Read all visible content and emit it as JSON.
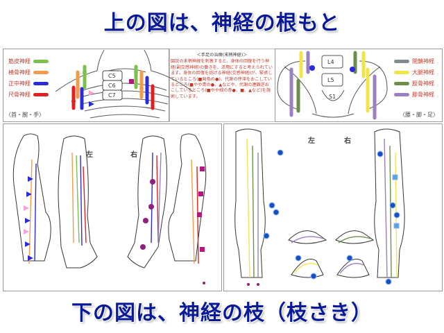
{
  "titles": {
    "top": "上の図は、神経の根もと",
    "bottom": "下の図は、神経の枝（枝さき）"
  },
  "left_legend": [
    {
      "label": "筋皮神経",
      "color": "#7dc04b"
    },
    {
      "label": "橈骨神経",
      "color": "#f29b4b"
    },
    {
      "label": "正中神経",
      "color": "#2b2bd9"
    },
    {
      "label": "尺骨神経",
      "color": "#e02020"
    }
  ],
  "right_legend": [
    {
      "label": "閉鎖神経",
      "color": "#7f8c8d"
    },
    {
      "label": "大腿神経",
      "color": "#f1e44a"
    },
    {
      "label": "脛骨神経",
      "color": "#6a8f4b"
    },
    {
      "label": "腓骨神経",
      "color": "#9b7fc0"
    }
  ],
  "captions": {
    "upper_left": "〈首・腕・手〉",
    "upper_right": "〈腰・脚・足〉"
  },
  "spine_labels": {
    "c5": "C5",
    "c6": "C6",
    "c7": "C7",
    "l4": "L4",
    "l5": "L5",
    "s1": "S1"
  },
  "center_text": {
    "heading": "＜手足の治療(末梢神経)＞",
    "body": "図説の末梢神経を刺激すると、身体の回復を行う神経(副交感神経)の働きを、活用にすると考えられています。身体の回復を妨げる神経(交感神経)が、緊張しているところ(■発色の●)、代謝の停滞をおこしているところ(■やや青の●、▲などや、代謝の連鎖逆おこしているところ(■やや緑の赤●、■、▲など)を施術しています。"
  },
  "lower_labels": {
    "left_a": "左",
    "right_a": "右",
    "left_b": "左",
    "right_b": "右"
  }
}
